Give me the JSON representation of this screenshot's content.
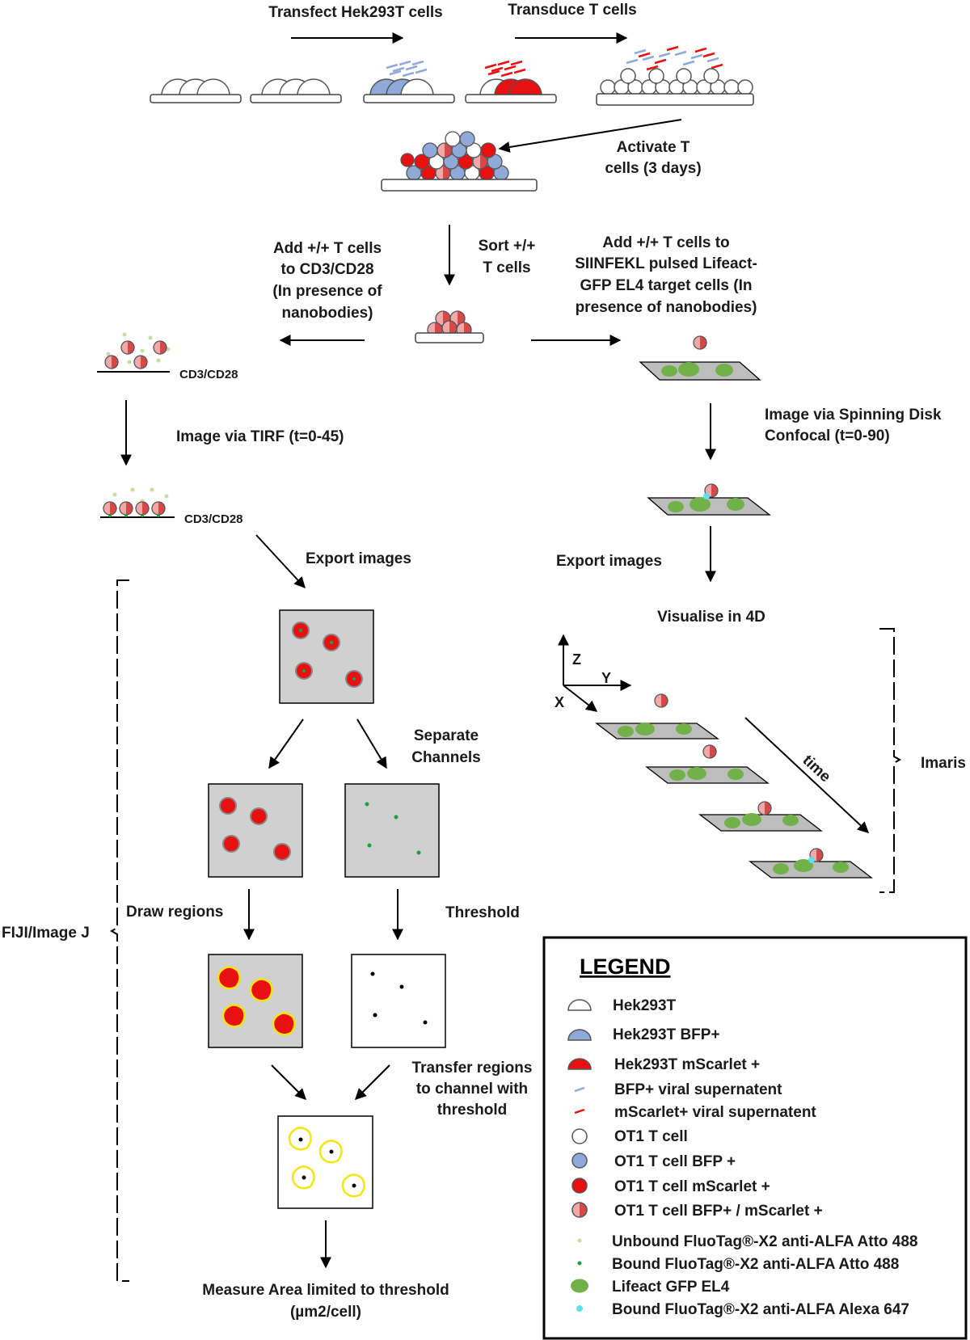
{
  "labels": {
    "transfect": "Transfect Hek293T cells",
    "transduce": "Transduce T cells",
    "activate_1": "Activate T",
    "activate_2": "cells (3 days)",
    "sort_1": "Sort +/+",
    "sort_2": "T cells",
    "add_cd3_1": "Add +/+ T cells",
    "add_cd3_2": "to CD3/CD28",
    "add_cd3_3": "(In presence of",
    "add_cd3_4": "nanobodies)",
    "add_el4_1": "Add +/+ T cells to",
    "add_el4_2": "SIINFEKL pulsed Lifeact-",
    "add_el4_3": "GFP EL4 target cells (In",
    "add_el4_4": "presence of nanobodies)",
    "cd3cd28_a": "CD3/CD28",
    "cd3cd28_b": "CD3/CD28",
    "tirf": "Image via TIRF (t=0-45)",
    "spin_1": "Image via Spinning Disk",
    "spin_2": "Confocal (t=0-90)",
    "export_left": "Export images",
    "export_right": "Export images",
    "visualise": "Visualise in 4D",
    "axis_z": "Z",
    "axis_y": "Y",
    "axis_x": "X",
    "time": "time",
    "imaris": "Imaris",
    "fiji": "FIJI/Image J",
    "separate_1": "Separate",
    "separate_2": "Channels",
    "draw_regions": "Draw regions",
    "threshold": "Threshold",
    "transfer_1": "Transfer regions",
    "transfer_2": "to channel with",
    "transfer_3": "threshold",
    "measure_1": "Measure Area limited to threshold",
    "measure_2": "(µm2/cell)"
  },
  "legend": {
    "title": "LEGEND",
    "items": [
      {
        "label": "Hek293T",
        "icon": "hek293t-icon"
      },
      {
        "label": "Hek293T BFP+",
        "icon": "hek293t-bfp-icon"
      },
      {
        "label": "Hek293T mScarlet +",
        "icon": "hek293t-mscarlet-icon"
      },
      {
        "label": "BFP+ viral supernatent",
        "icon": "bfp-virus-icon"
      },
      {
        "label": "mScarlet+ viral supernatent",
        "icon": "mscarlet-virus-icon"
      },
      {
        "label": "OT1 T cell",
        "icon": "ot1-cell-icon"
      },
      {
        "label": "OT1 T cell BFP +",
        "icon": "ot1-bfp-icon"
      },
      {
        "label": "OT1 T cell mScarlet +",
        "icon": "ot1-mscarlet-icon"
      },
      {
        "label": "OT1 T cell BFP+ / mScarlet +",
        "icon": "ot1-double-icon"
      },
      {
        "label": "Unbound FluoTag®-X2 anti-ALFA Atto 488",
        "icon": "unbound-atto488-icon"
      },
      {
        "label": "Bound FluoTag®-X2 anti-ALFA Atto 488",
        "icon": "bound-atto488-icon"
      },
      {
        "label": "Lifeact GFP EL4",
        "icon": "el4-icon"
      },
      {
        "label": "Bound FluoTag®-X2 anti-ALFA Alexa 647",
        "icon": "bound-alexa647-icon"
      }
    ]
  },
  "colors": {
    "bfp": "#8fa9d9",
    "mscarlet": "#e81010",
    "double_left": "#e8a0a0",
    "double_right": "#d94a4a",
    "el4": "#72b04a",
    "unbound_dot": "#c6dca0",
    "bound_dot": "#1f9e3a",
    "alexa": "#5fe0f0",
    "panel": "#d0d0d0",
    "region": "#f2e70a"
  }
}
